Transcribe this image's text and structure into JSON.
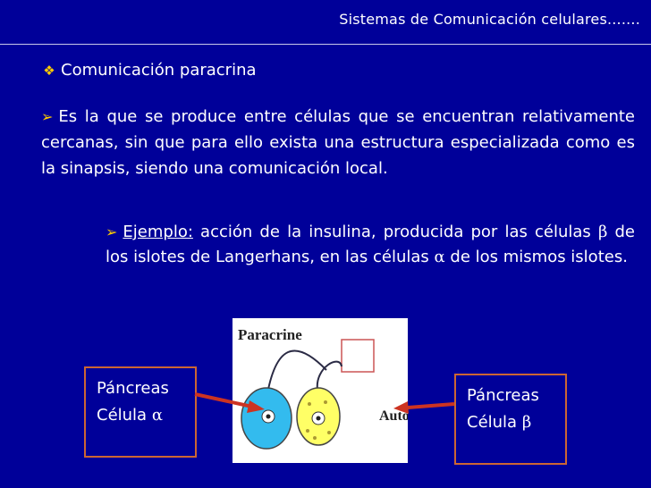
{
  "header": {
    "title": "Sistemas de Comunicación celulares......."
  },
  "bullet1": {
    "text": "Comunicación paracrina"
  },
  "paragraph": {
    "text": "Es la que se produce entre células que se encuentran relativamente cercanas, sin que para ello exista una estructura especializada como es la sinapsis, siendo una comunicación local."
  },
  "example": {
    "label": "Ejemplo:",
    "text_a": " acción de la insulina, producida por las células ",
    "beta": "β",
    "text_b": " de los islotes de Langerhans,  en las células ",
    "alpha": "α",
    "text_c": " de los mismos islotes."
  },
  "figure": {
    "label_top": "Paracrine",
    "label_right": "Auto"
  },
  "box_left": {
    "line1": "Páncreas",
    "line2_prefix": "Célula ",
    "greek": "α"
  },
  "box_right": {
    "line1": "Páncreas",
    "line2_prefix": "Célula ",
    "greek": "β"
  },
  "colors": {
    "background": "#000099",
    "text": "#ffffff",
    "bullet": "#ffcc00",
    "arrow": "#cc3322",
    "box_border": "#cc6633"
  }
}
